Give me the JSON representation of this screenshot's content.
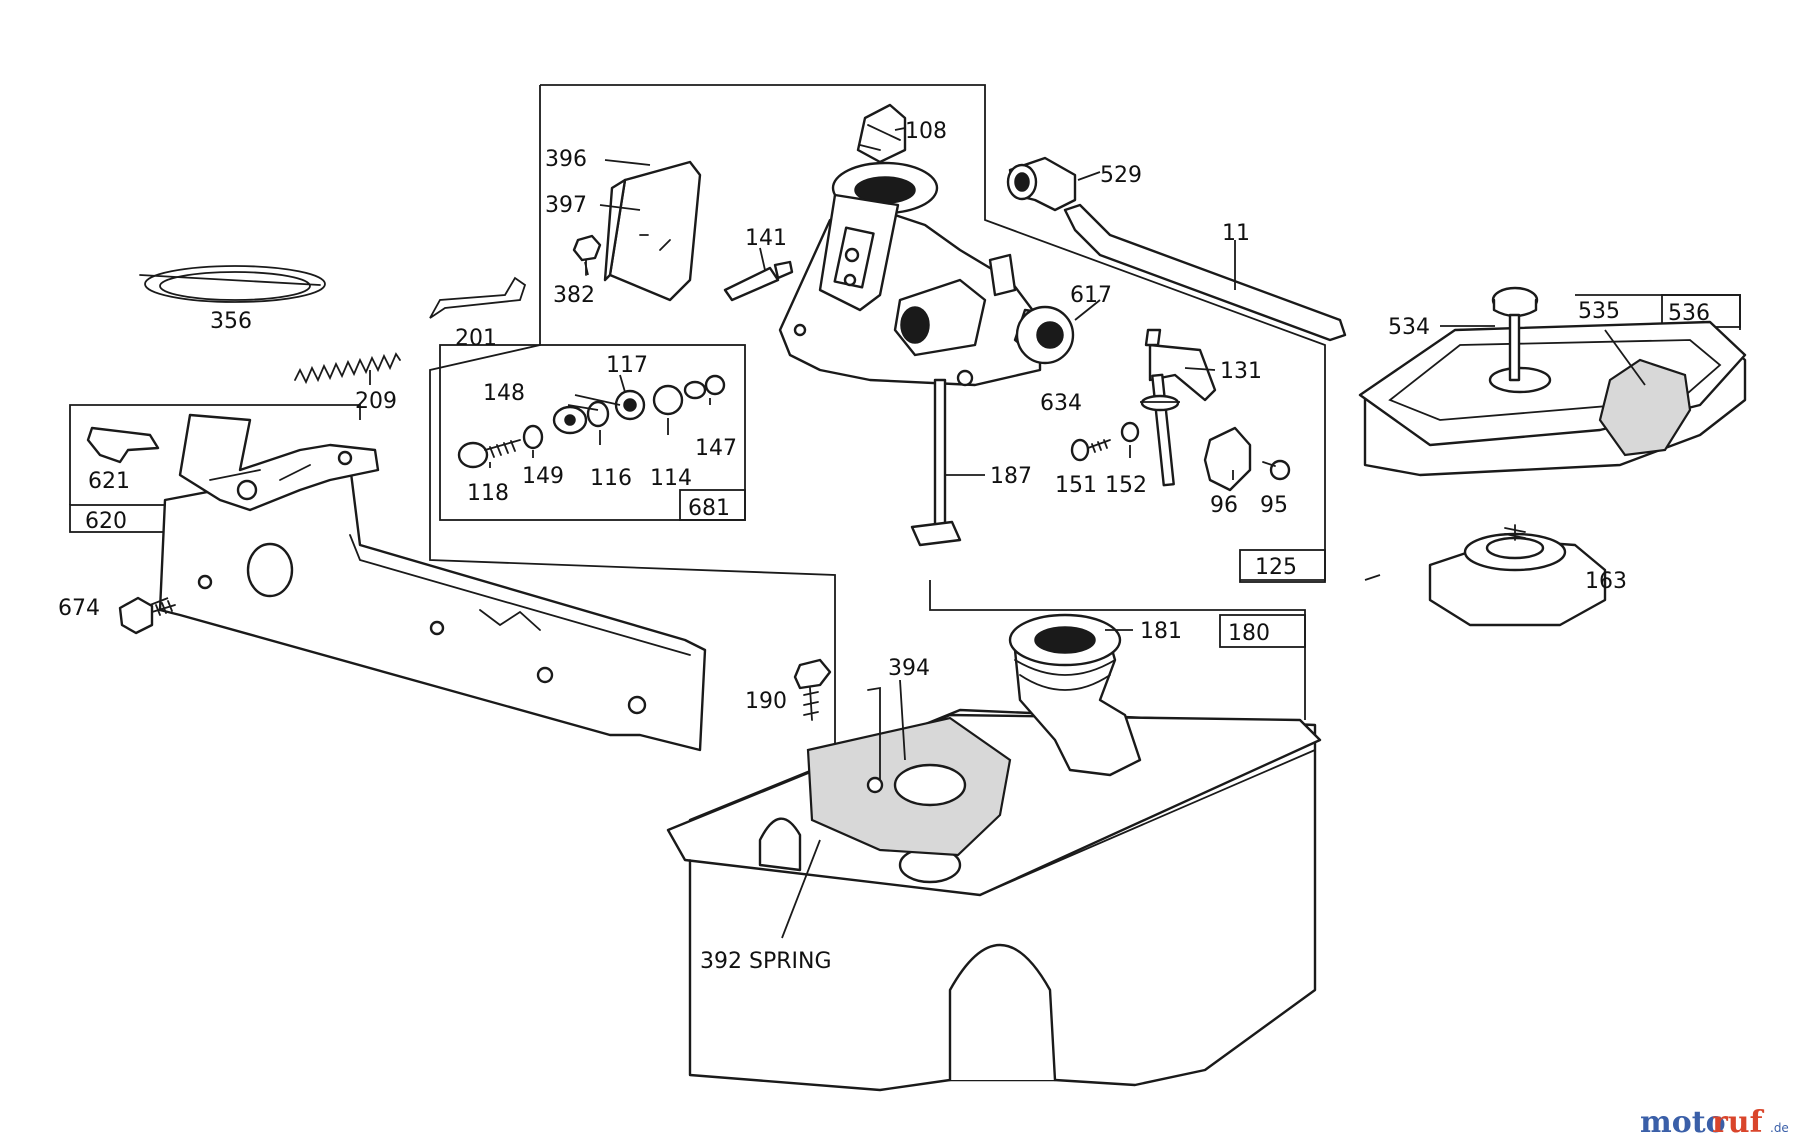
{
  "labels": {
    "p11": "11",
    "p95": "95",
    "p96": "96",
    "p108": "108",
    "p114": "114",
    "p116": "116",
    "p117": "117",
    "p118": "118",
    "p125": "125",
    "p131": "131",
    "p141": "141",
    "p147": "147",
    "p148": "148",
    "p149": "149",
    "p151": "151",
    "p152": "152",
    "p163": "163",
    "p180": "180",
    "p181": "181",
    "p187": "187",
    "p190": "190",
    "p201": "201",
    "p209": "209",
    "p356": "356",
    "p382": "382",
    "p392": "392 SPRING",
    "p394": "394",
    "p396": "396",
    "p397": "397",
    "p529": "529",
    "p534": "534",
    "p535": "535",
    "p536": "536",
    "p617": "617",
    "p620": "620",
    "p621": "621",
    "p634": "634",
    "p674": "674",
    "p681": "681"
  },
  "watermark": {
    "part_a": "moto",
    "part_b": "ruf",
    "suffix": ".de"
  },
  "colors": {
    "line": "#1a1a1a",
    "watermark_blue": "#3a5fa8",
    "watermark_red": "#d9452b"
  }
}
